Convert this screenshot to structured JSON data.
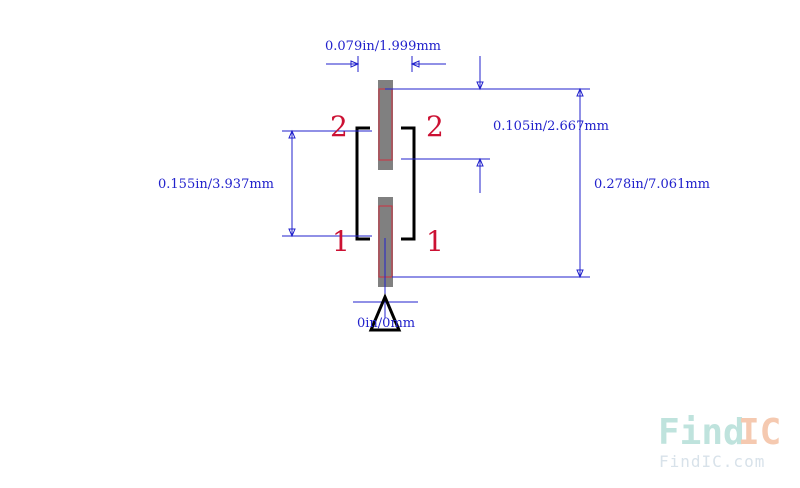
{
  "dimensions": {
    "pad_width": "0.079in/1.999mm",
    "pad_length": "0.105in/2.667mm",
    "pin_pitch": "0.155in/3.937mm",
    "overall_length": "0.278in/7.061mm",
    "origin": "0in/0mm"
  },
  "pins": {
    "top_left": "2",
    "top_right": "2",
    "bottom_left": "1",
    "bottom_right": "1"
  },
  "watermark": {
    "brand_find": "Find",
    "brand_ic": "IC",
    "url": "FindIC.com"
  },
  "colors": {
    "dimension": "#2222cc",
    "pin_label": "#cc1133",
    "pad": "#808080",
    "outline": "#000000",
    "watermark_find": "#bfe3dd",
    "watermark_ic": "#f5c9b0"
  }
}
